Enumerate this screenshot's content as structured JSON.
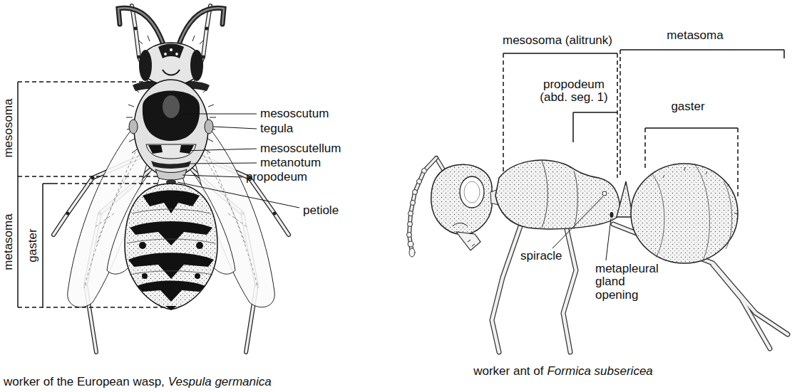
{
  "diagram": {
    "labels": [
      "mesosoma",
      "metasoma",
      "gaster",
      "mesoscutum",
      "tegula",
      "mesoscutellum",
      "metanotum",
      "propodeum",
      "petiole",
      "worker of the European wasp,",
      "Vespula germanica",
      "mesosoma (alitrunk)",
      "metasoma",
      "propodeum (abd. seg. 1)",
      "gaster",
      "spiracle",
      "metapleural gland opening",
      "worker ant of",
      "Formica subsericea"
    ]
  }
}
